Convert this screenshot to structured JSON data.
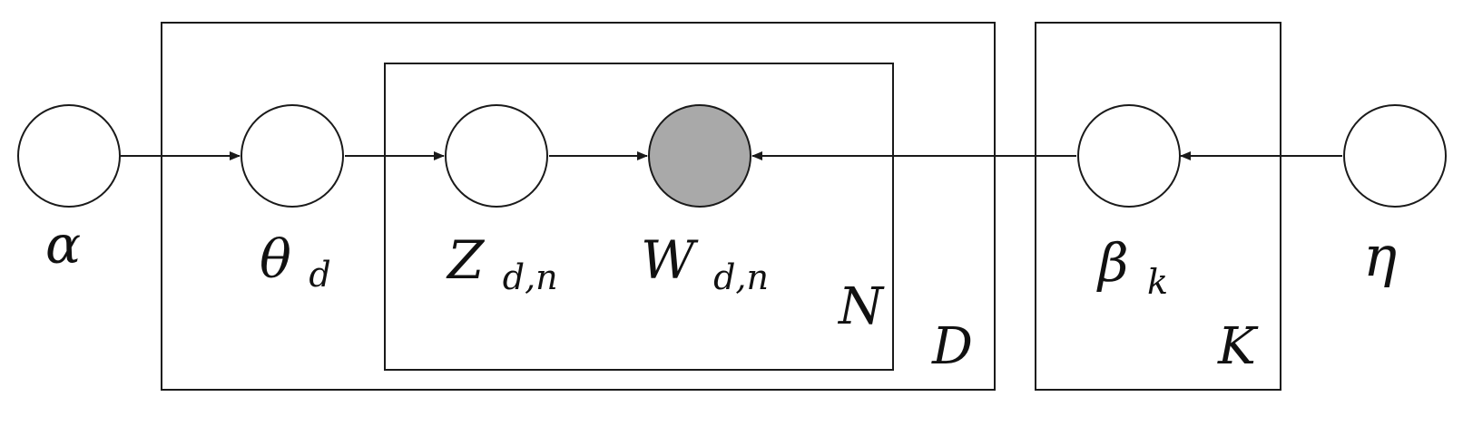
{
  "colors": {
    "stroke": "#1a1a1a",
    "node_fill": "#ffffff",
    "observed_fill": "#a9a9a9"
  },
  "nodes": {
    "alpha": {
      "symbol": "α",
      "subscript": ""
    },
    "theta": {
      "symbol": "θ",
      "subscript": "d"
    },
    "z": {
      "symbol": "Z",
      "subscript": "d,n"
    },
    "w": {
      "symbol": "W",
      "subscript": "d,n"
    },
    "beta": {
      "symbol": "β",
      "subscript": "k"
    },
    "eta": {
      "symbol": "η",
      "subscript": ""
    }
  },
  "plates": {
    "d": {
      "label": "D"
    },
    "n": {
      "label": "N"
    },
    "k": {
      "label": "K"
    }
  }
}
